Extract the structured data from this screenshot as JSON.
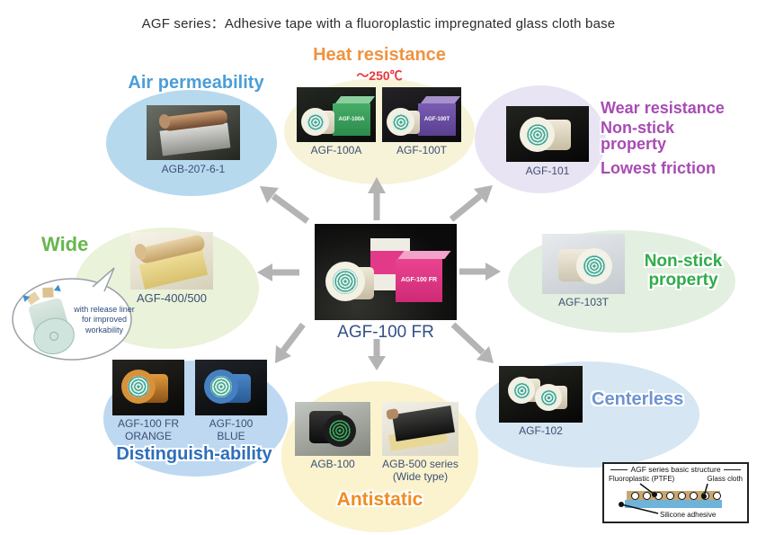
{
  "title": "AGF series：Adhesive tape with a fluoroplastic impregnated glass cloth base",
  "center": {
    "label": "AGF-100 FR"
  },
  "groups": {
    "air": {
      "heading": "Air permeability",
      "product": "AGB-207-6-1"
    },
    "heat": {
      "heading": "Heat resistance",
      "temp": "～250℃",
      "product_a": "AGF-100A",
      "product_t": "AGF-100T"
    },
    "wear": {
      "line1": "Wear resistance",
      "line2": "Non-stick\nproperty",
      "line3": "Lowest friction",
      "product": "AGF-101"
    },
    "wide": {
      "heading": "Wide",
      "product": "AGF-400/500",
      "callout": "with release liner\nfor improved\nworkability"
    },
    "nonstick": {
      "heading": "Non-stick\nproperty",
      "product": "AGF-103T"
    },
    "distinguish": {
      "heading": "Distinguish-ability",
      "product_orange": "AGF-100 FR\nORANGE",
      "product_blue": "AGF-100\nBLUE"
    },
    "antistatic": {
      "heading": "Antistatic",
      "product_1": "AGB-100",
      "product_2": "AGB-500 series\n(Wide type)"
    },
    "centerless": {
      "heading": "Centerless",
      "product": "AGF-102"
    }
  },
  "structure": {
    "title": "AGF series basic structure",
    "label_fluoroplastic": "Fluoroplastic (PTFE)",
    "label_glass": "Glass cloth",
    "label_silicone": "Silicone adhesive"
  },
  "colors": {
    "air_heading": "#4b9ed8",
    "heat_heading": "#ef9340",
    "temp_text": "#e63a40",
    "wear_heading": "#a84bb4",
    "wide_heading": "#67b74e",
    "nonstick_heading": "#2fad49",
    "distinguish_heading": "#2e6fba",
    "antistatic_heading": "#f18c1f",
    "centerless_heading": "#6e93d0",
    "arrow": "#b4b4b4",
    "ellipse_air": "#b7d9ee",
    "ellipse_heat": "#f6f3d8",
    "ellipse_wear": "#e9e4f3",
    "ellipse_wide": "#eaf2d9",
    "ellipse_nonstick": "#e3efe0",
    "ellipse_distinguish": "#bdd8f0",
    "ellipse_antistatic": "#faf3ce",
    "ellipse_centerless": "#d6e6f2"
  }
}
